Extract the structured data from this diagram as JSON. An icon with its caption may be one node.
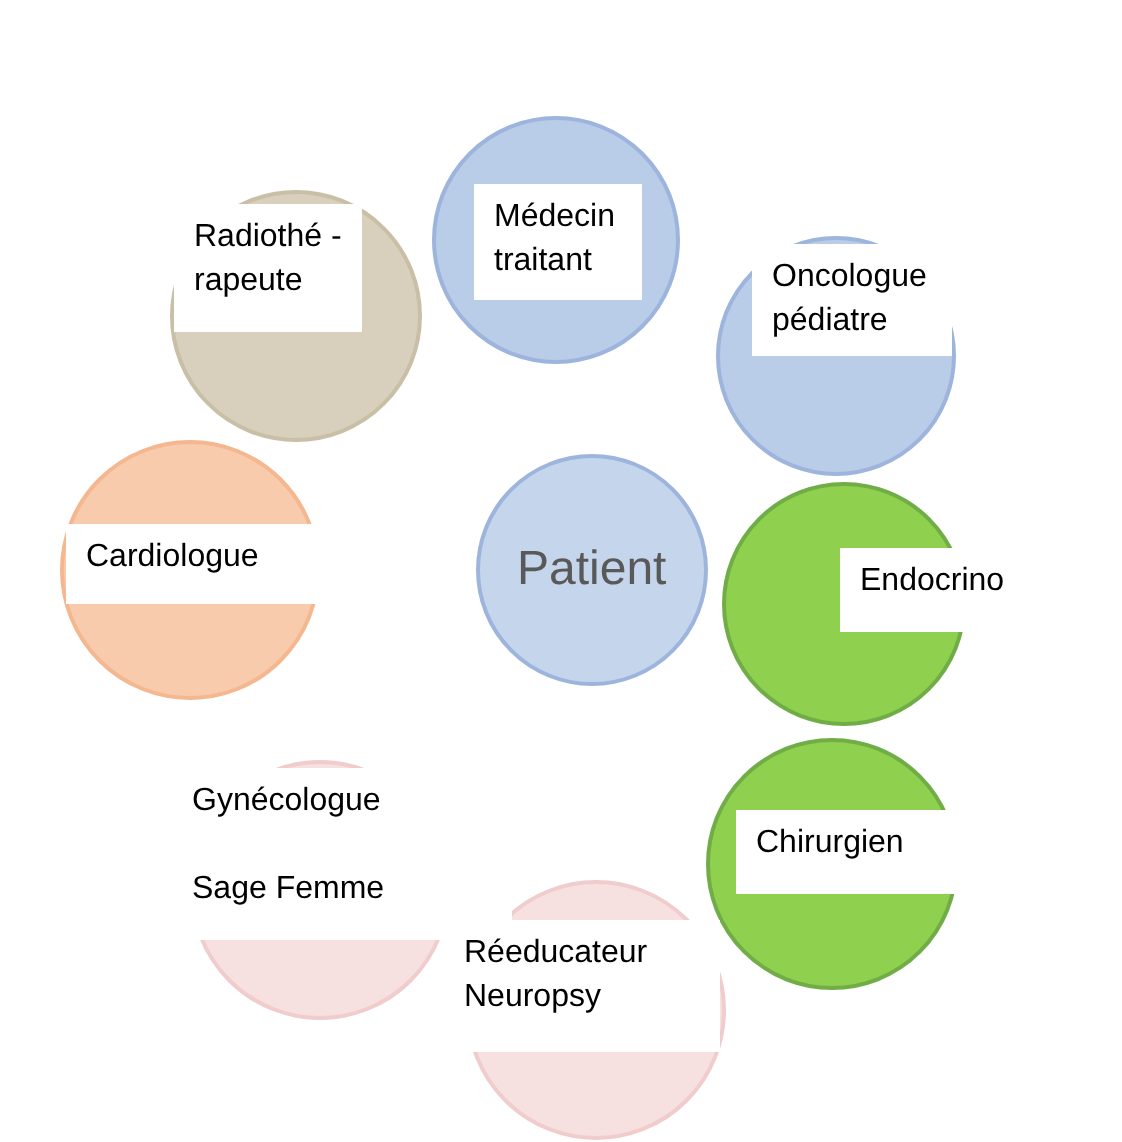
{
  "diagram": {
    "nodes": [
      {
        "text": [
          "Médecin traitant"
        ]
      },
      {
        "text": [
          "Radiothé - rapeute"
        ]
      },
      {
        "text": [
          "Oncologue pédiatre"
        ]
      },
      {
        "text": [
          "Cardiologue"
        ]
      },
      {
        "text": [
          "Patient"
        ]
      },
      {
        "text": [
          "Endocrino"
        ]
      },
      {
        "text": [
          "Gynécologue",
          "Sage Femme"
        ]
      },
      {
        "text": [
          "Chirurgien"
        ]
      },
      {
        "text": [
          "Réeducateur Neuropsy"
        ]
      }
    ]
  }
}
